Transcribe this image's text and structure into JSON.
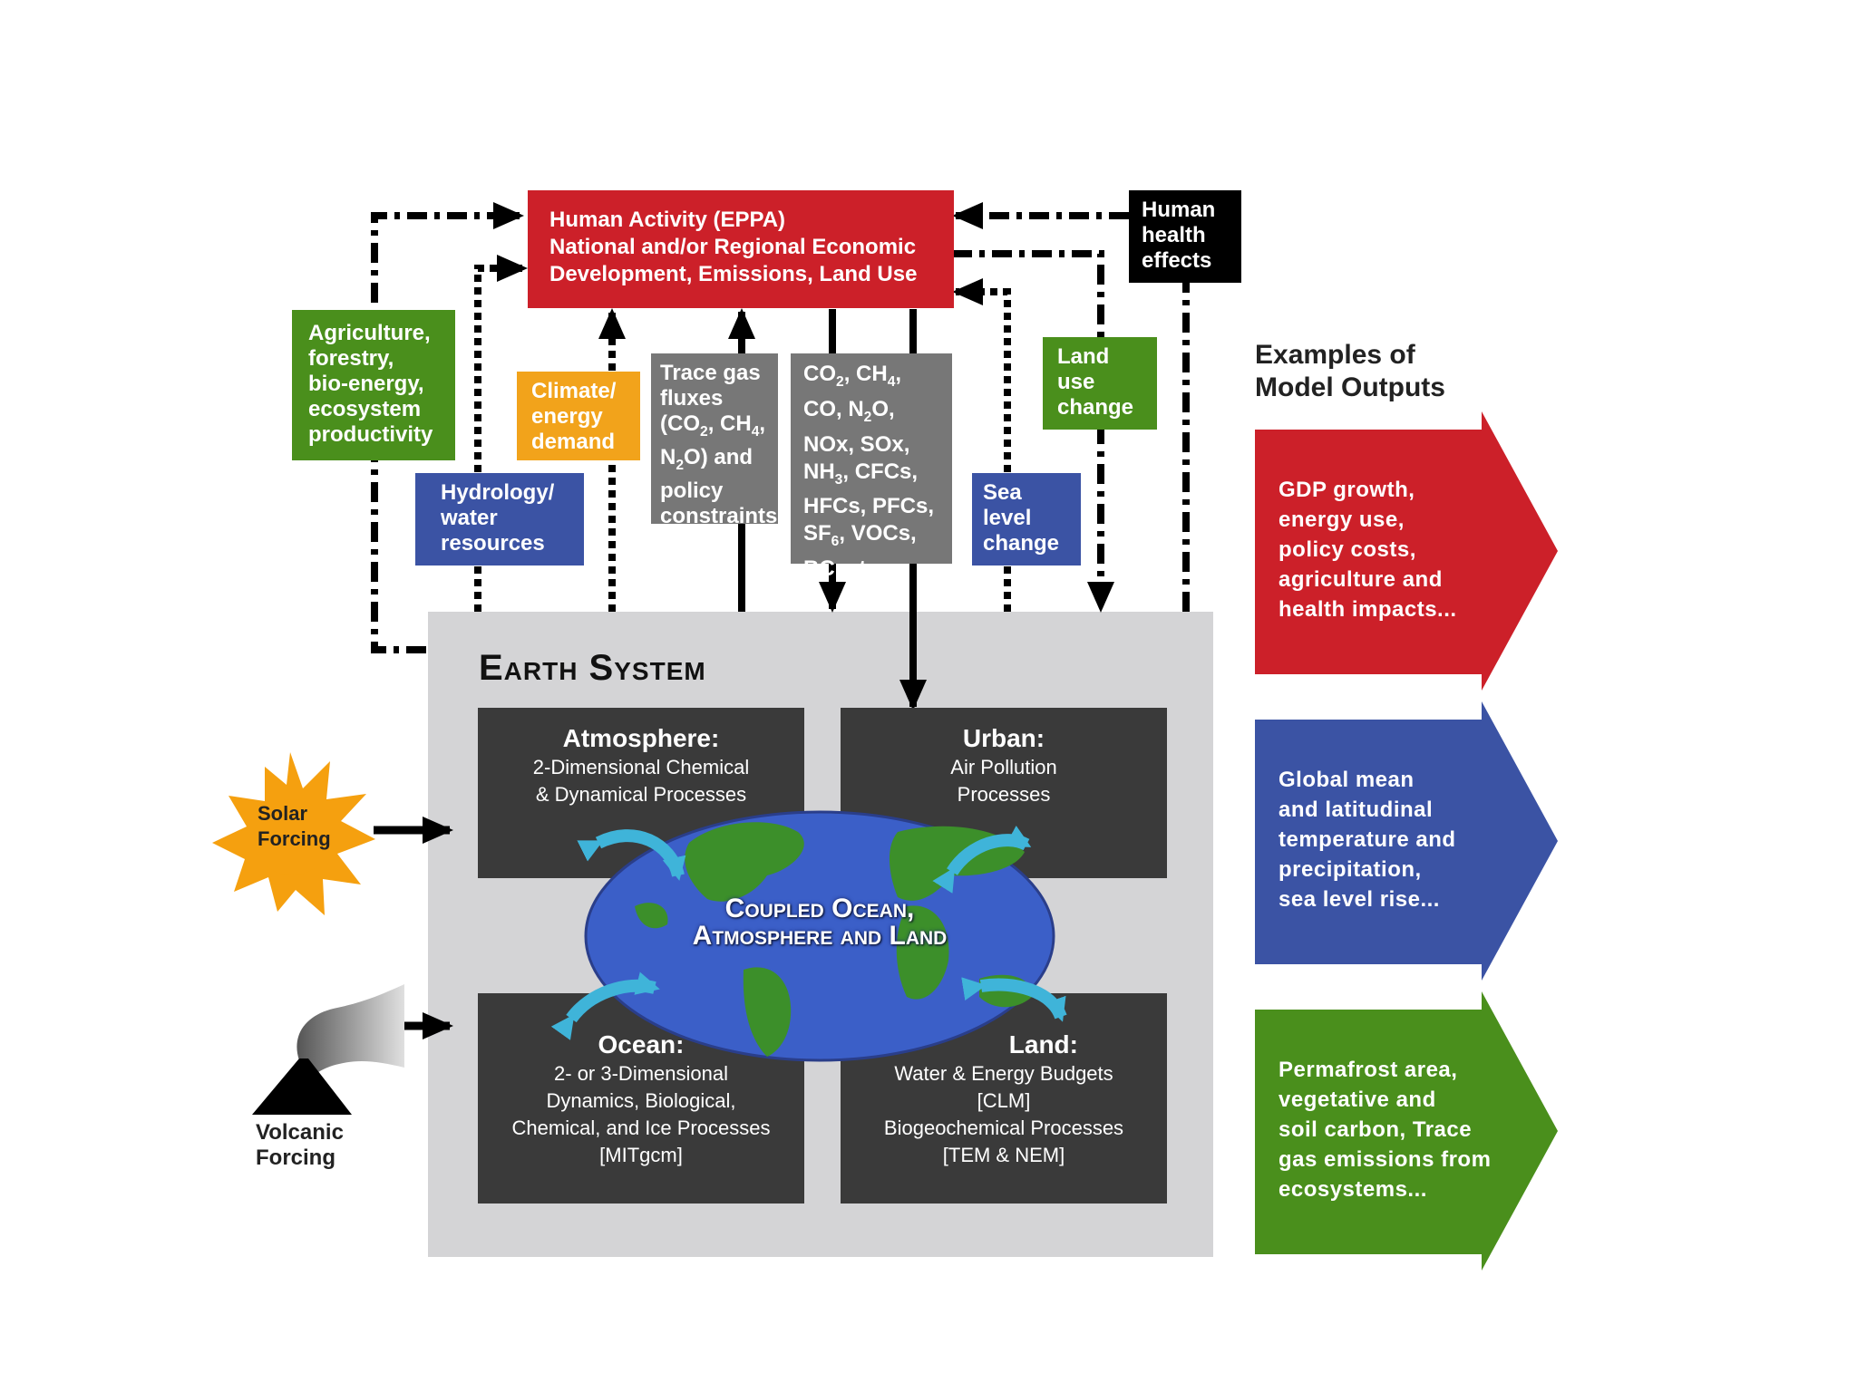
{
  "colors": {
    "human_red": "#cc2029",
    "green": "#4a8f1c",
    "orange": "#f2a31b",
    "blue": "#3b53a4",
    "gray": "#777777",
    "earth_bg": "#d4d4d6",
    "dark_panel": "#3a3a3a",
    "output_red": "#cc2029",
    "output_blue": "#3b53a4",
    "output_green": "#4a8f1c",
    "ocean_blue": "#3b5fc8",
    "land_green": "#3c8f2a",
    "exchange_arrow": "#3fb4d9",
    "sun": "#f5a00f"
  },
  "human_activity": {
    "title": "Human Activity (EPPA)",
    "line1": "National and/or Regional Economic",
    "line2": "Development, Emissions, Land Use"
  },
  "human_health": {
    "text": "Human\nhealth\neffects"
  },
  "agriculture": {
    "text": "Agriculture,\nforestry,\nbio-energy,\necosystem\nproductivity"
  },
  "climate_energy": {
    "text": "Climate/\nenergy\ndemand"
  },
  "hydrology": {
    "text": "Hydrology/\nwater\nresources"
  },
  "trace_gas": {
    "line1": "Trace gas",
    "line2": "fluxes",
    "line3_a": "(CO",
    "line3_sub": "2",
    "line3_b": ", CH",
    "line3_sub2": "4",
    "line3_c": ",",
    "line4_a": "N",
    "line4_sub": "2",
    "line4_b": "O) and",
    "line5": "policy",
    "line6": "constraints"
  },
  "emissions": {
    "l1_a": "CO",
    "l1_sub": "2",
    "l1_b": ", CH",
    "l1_sub2": "4",
    "l1_c": ",",
    "l2_a": "CO, N",
    "l2_sub": "2",
    "l2_b": "O,",
    "l3": "NOx, SOx,",
    "l4_a": "NH",
    "l4_sub": "3",
    "l4_b": ", CFCs,",
    "l5": "HFCs, PFCs,",
    "l6_a": "SF",
    "l6_sub": "6",
    "l6_b": ", VOCs,",
    "l7": "BC, etc."
  },
  "sea_level": {
    "text": "Sea\nlevel\nchange"
  },
  "land_use": {
    "text": "Land\nuse\nchange"
  },
  "earth_system": {
    "title": "Earth System",
    "coupled_line1": "Coupled Ocean,",
    "coupled_line2": "Atmosphere and Land"
  },
  "atmosphere": {
    "title": "Atmosphere:",
    "text": "2-Dimensional Chemical\n& Dynamical Processes"
  },
  "urban": {
    "title": "Urban:",
    "text": "Air Pollution\nProcesses"
  },
  "ocean": {
    "title": "Ocean:",
    "text": "2- or 3-Dimensional\nDynamics, Biological,\nChemical, and Ice Processes\n[MITgcm]"
  },
  "land": {
    "title": "Land:",
    "text": "Water & Energy Budgets\n[CLM]\nBiogeochemical Processes\n[TEM & NEM]"
  },
  "solar": {
    "text": "Solar\nForcing"
  },
  "volcanic": {
    "text": "Volcanic\nForcing"
  },
  "outputs": {
    "heading": "Examples of\nModel Outputs",
    "items": [
      {
        "text": "GDP growth,\nenergy use,\npolicy costs,\nagriculture and\nhealth impacts..."
      },
      {
        "text": "Global mean\nand latitudinal\ntemperature and\nprecipitation,\nsea level rise..."
      },
      {
        "text": "Permafrost area,\nvegetative and\nsoil carbon, Trace\ngas emissions from\necosystems..."
      }
    ]
  }
}
